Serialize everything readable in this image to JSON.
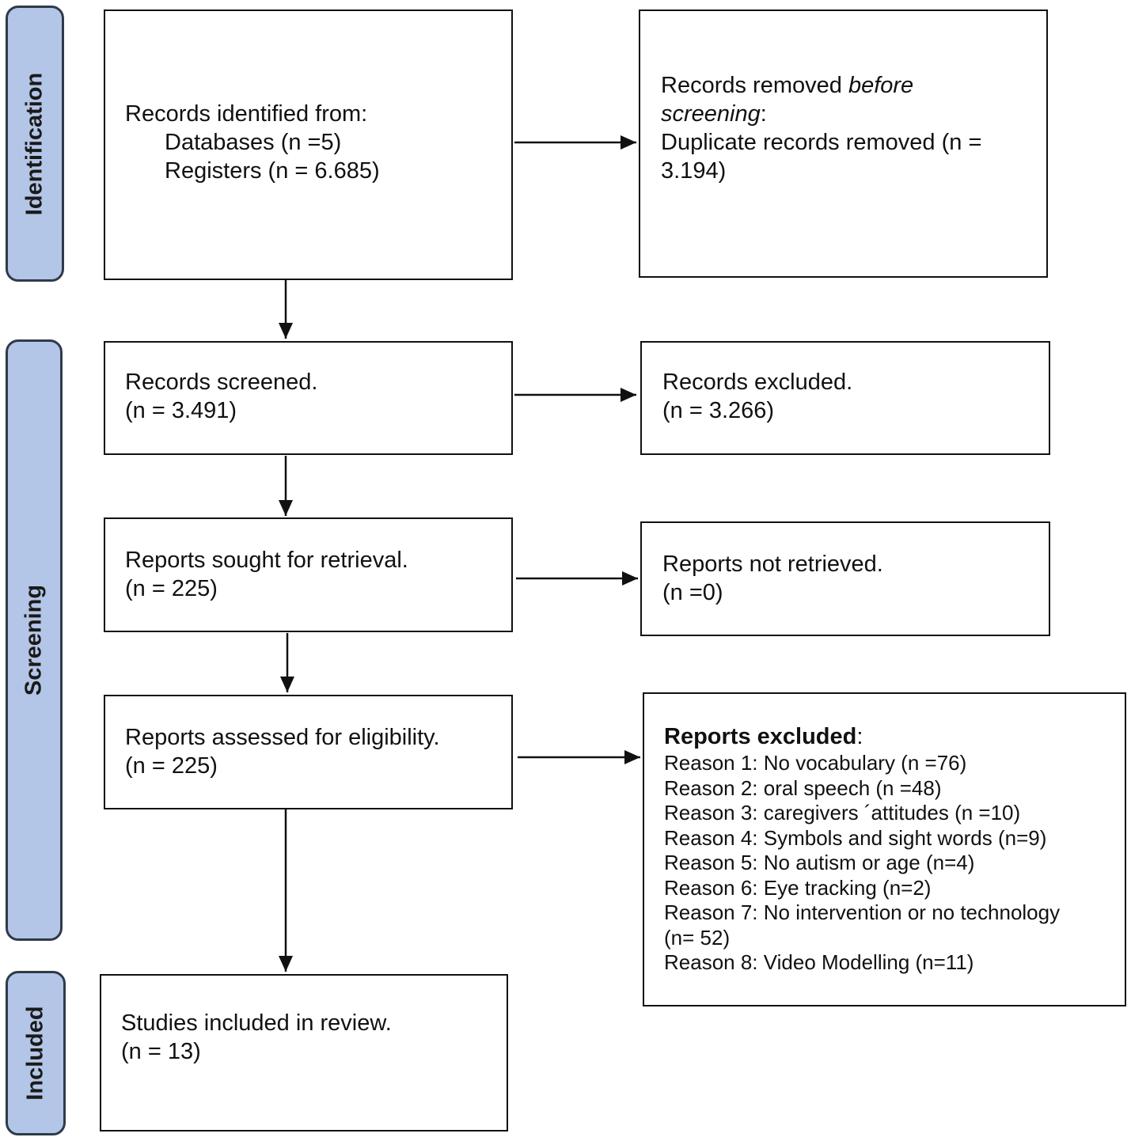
{
  "phases": {
    "identification": "Identification",
    "screening": "Screening",
    "included": "Included"
  },
  "identification": {
    "records_identified": {
      "title": "Records identified from:",
      "databases": "Databases (n =5)",
      "registers": "Registers (n = 6.685)"
    },
    "records_removed": {
      "line1_prefix": "Records removed ",
      "line1_italic": "before",
      "line2_italic": "screening",
      "line2_suffix": ":",
      "line3": "Duplicate records removed (n =",
      "line4": "3.194)"
    }
  },
  "screening": {
    "records_screened": {
      "title": "Records screened.",
      "count": "(n = 3.491)"
    },
    "records_excluded": {
      "title": "Records excluded.",
      "count": "(n = 3.266)"
    },
    "reports_sought": {
      "title": "Reports sought for retrieval.",
      "count": "(n = 225)"
    },
    "reports_not_retrieved": {
      "title": "Reports not retrieved.",
      "count": "(n =0)"
    },
    "reports_assessed": {
      "title": "Reports assessed for eligibility.",
      "count": "(n = 225)"
    },
    "reports_excluded": {
      "title": "Reports excluded",
      "title_suffix": ":",
      "reasons": [
        "Reason 1: No vocabulary (n =76)",
        "Reason 2: oral speech (n =48)",
        "Reason 3: caregivers ´attitudes (n =10)",
        "Reason 4:  Symbols and sight words (n=9)",
        "Reason 5: No autism or age (n=4)",
        "Reason 6: Eye tracking (n=2)",
        "Reason 7: No intervention or no technology",
        "(n= 52)",
        "Reason 8: Video Modelling (n=11)"
      ]
    }
  },
  "included": {
    "studies_included": {
      "title": "Studies included in review.",
      "count": "(n = 13)"
    }
  }
}
